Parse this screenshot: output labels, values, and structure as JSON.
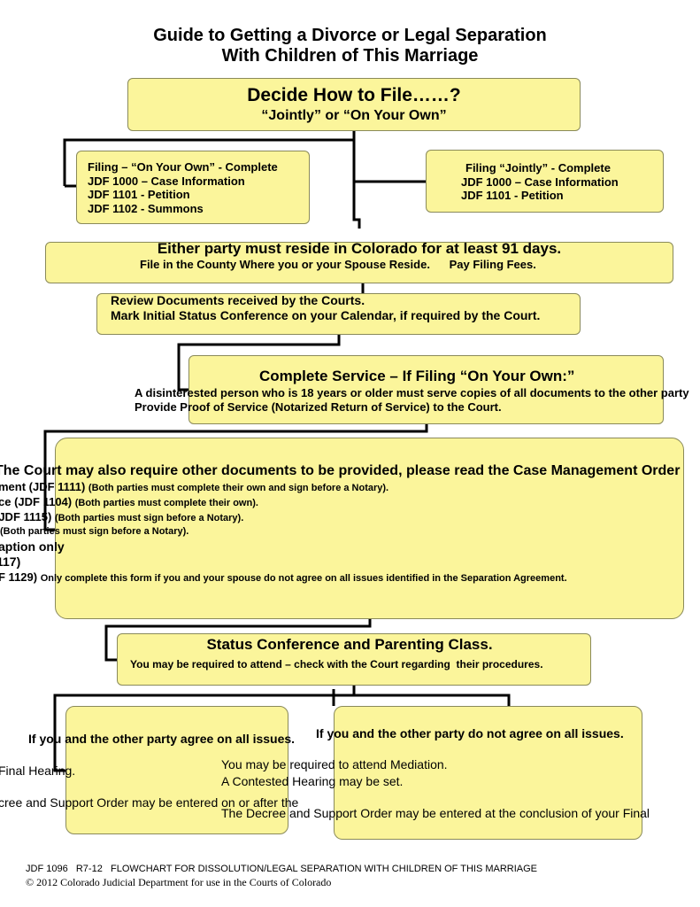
{
  "title": {
    "line1": "Guide to Getting a Divorce or Legal Separation",
    "line2": "With Children of This Marriage"
  },
  "decide": {
    "heading": "Decide How to File……?",
    "sub": "“Jointly” or “On Your Own”"
  },
  "own": {
    "lines": [
      "Filing – “On Your Own” - Complete",
      "JDF 1000 – Case Information",
      "JDF 1101 - Petition",
      "JDF 1102 - Summons"
    ]
  },
  "jointly": {
    "lines": [
      "Filing “Jointly” - Complete",
      "JDF 1000 – Case Information",
      "JDF 1101 - Petition"
    ]
  },
  "reside": {
    "heading": "Either party must reside in Colorado for at least 91 days.",
    "sub": "File in the County Where you or your Spouse Reside.      Pay Filing Fees."
  },
  "review": {
    "line1": "Review Documents received by the Courts.",
    "line2": "Mark Initial Status Conference on your Calendar, if required by the Court."
  },
  "service": {
    "heading": "Complete Service – If Filing “On Your Own:”",
    "line1": "A disinterested person who is 18 years or older must serve copies of all documents to the other party",
    "line2": "Provide Proof of Service (Notarized Return of Service) to the Court."
  },
  "court": {
    "heading": "The Court may also require other documents to be provided, please read the Case Management Order",
    "rows": [
      {
        "main": "ment (JDF 1111)",
        "note": "(Both parties must complete their own and sign before a Notary)."
      },
      {
        "main": "ce (JDF 1104)",
        "note": "(Both parties must complete their own)."
      },
      {
        "main": " (JDF 1115)",
        "note": "(Both parties must sign before a Notary)."
      },
      {
        "main": "",
        "note": "(Both parties must sign before a Notary)."
      },
      {
        "main": "aption only",
        "note": ""
      },
      {
        "main": "117)",
        "note": ""
      },
      {
        "main": "F 1129)",
        "note": "Only complete this form if you and your spouse do not agree on all issues identified in the Separation Agreement."
      }
    ]
  },
  "status": {
    "heading": "Status Conference and Parenting Class.",
    "sub": "You may be required to attend – check with the Court regarding  their procedures."
  },
  "agree": {
    "heading": "If you and the other party agree on all issues.",
    "line1": "Final Hearing.",
    "line2": "cree and Support Order may be entered on or after the"
  },
  "disagree": {
    "heading": "If you and the other party do not agree on all issues.",
    "line1": "You may be required to attend Mediation.",
    "line2": "A Contested Hearing may be set.",
    "line3": "The Decree and Support Order may be entered at the conclusion of your Final"
  },
  "footer": {
    "line1": "JDF 1096   R7-12   FLOWCHART FOR DISSOLUTION/LEGAL SEPARATION WITH CHILDREN OF THIS MARRIAGE",
    "line2": "© 2012 Colorado Judicial Department for use in the Courts of Colorado"
  }
}
